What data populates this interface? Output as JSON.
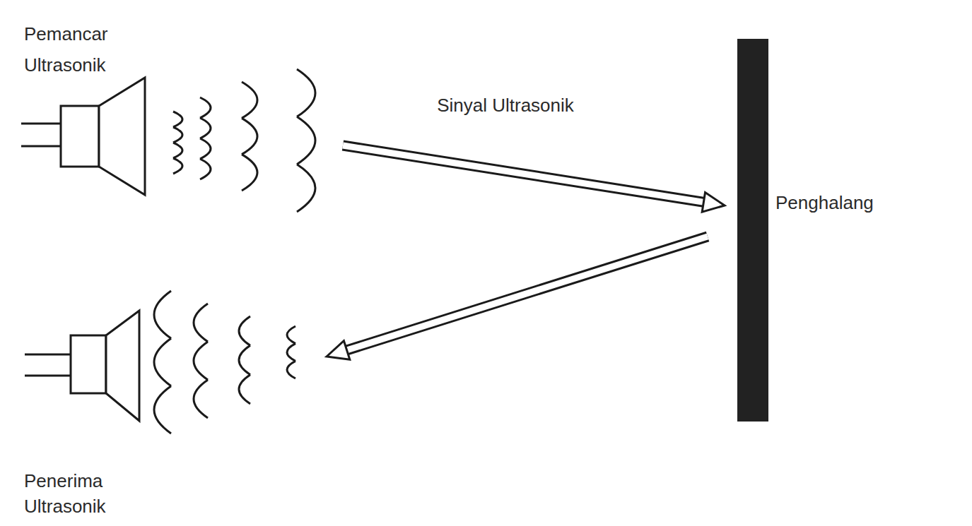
{
  "diagram": {
    "nodes": [
      {
        "text": [
          "Pemancar Ultrasonik"
        ]
      },
      {
        "text": [
          "Penghalang"
        ]
      },
      {
        "text": [
          "Penerima Ultrasonik"
        ]
      }
    ],
    "edges": [
      {
        "from": 0,
        "to": 1,
        "arrow": "to",
        "label": "Sinyal Ultrasonik"
      },
      {
        "from": 1,
        "to": 2,
        "arrow": "to"
      }
    ]
  }
}
